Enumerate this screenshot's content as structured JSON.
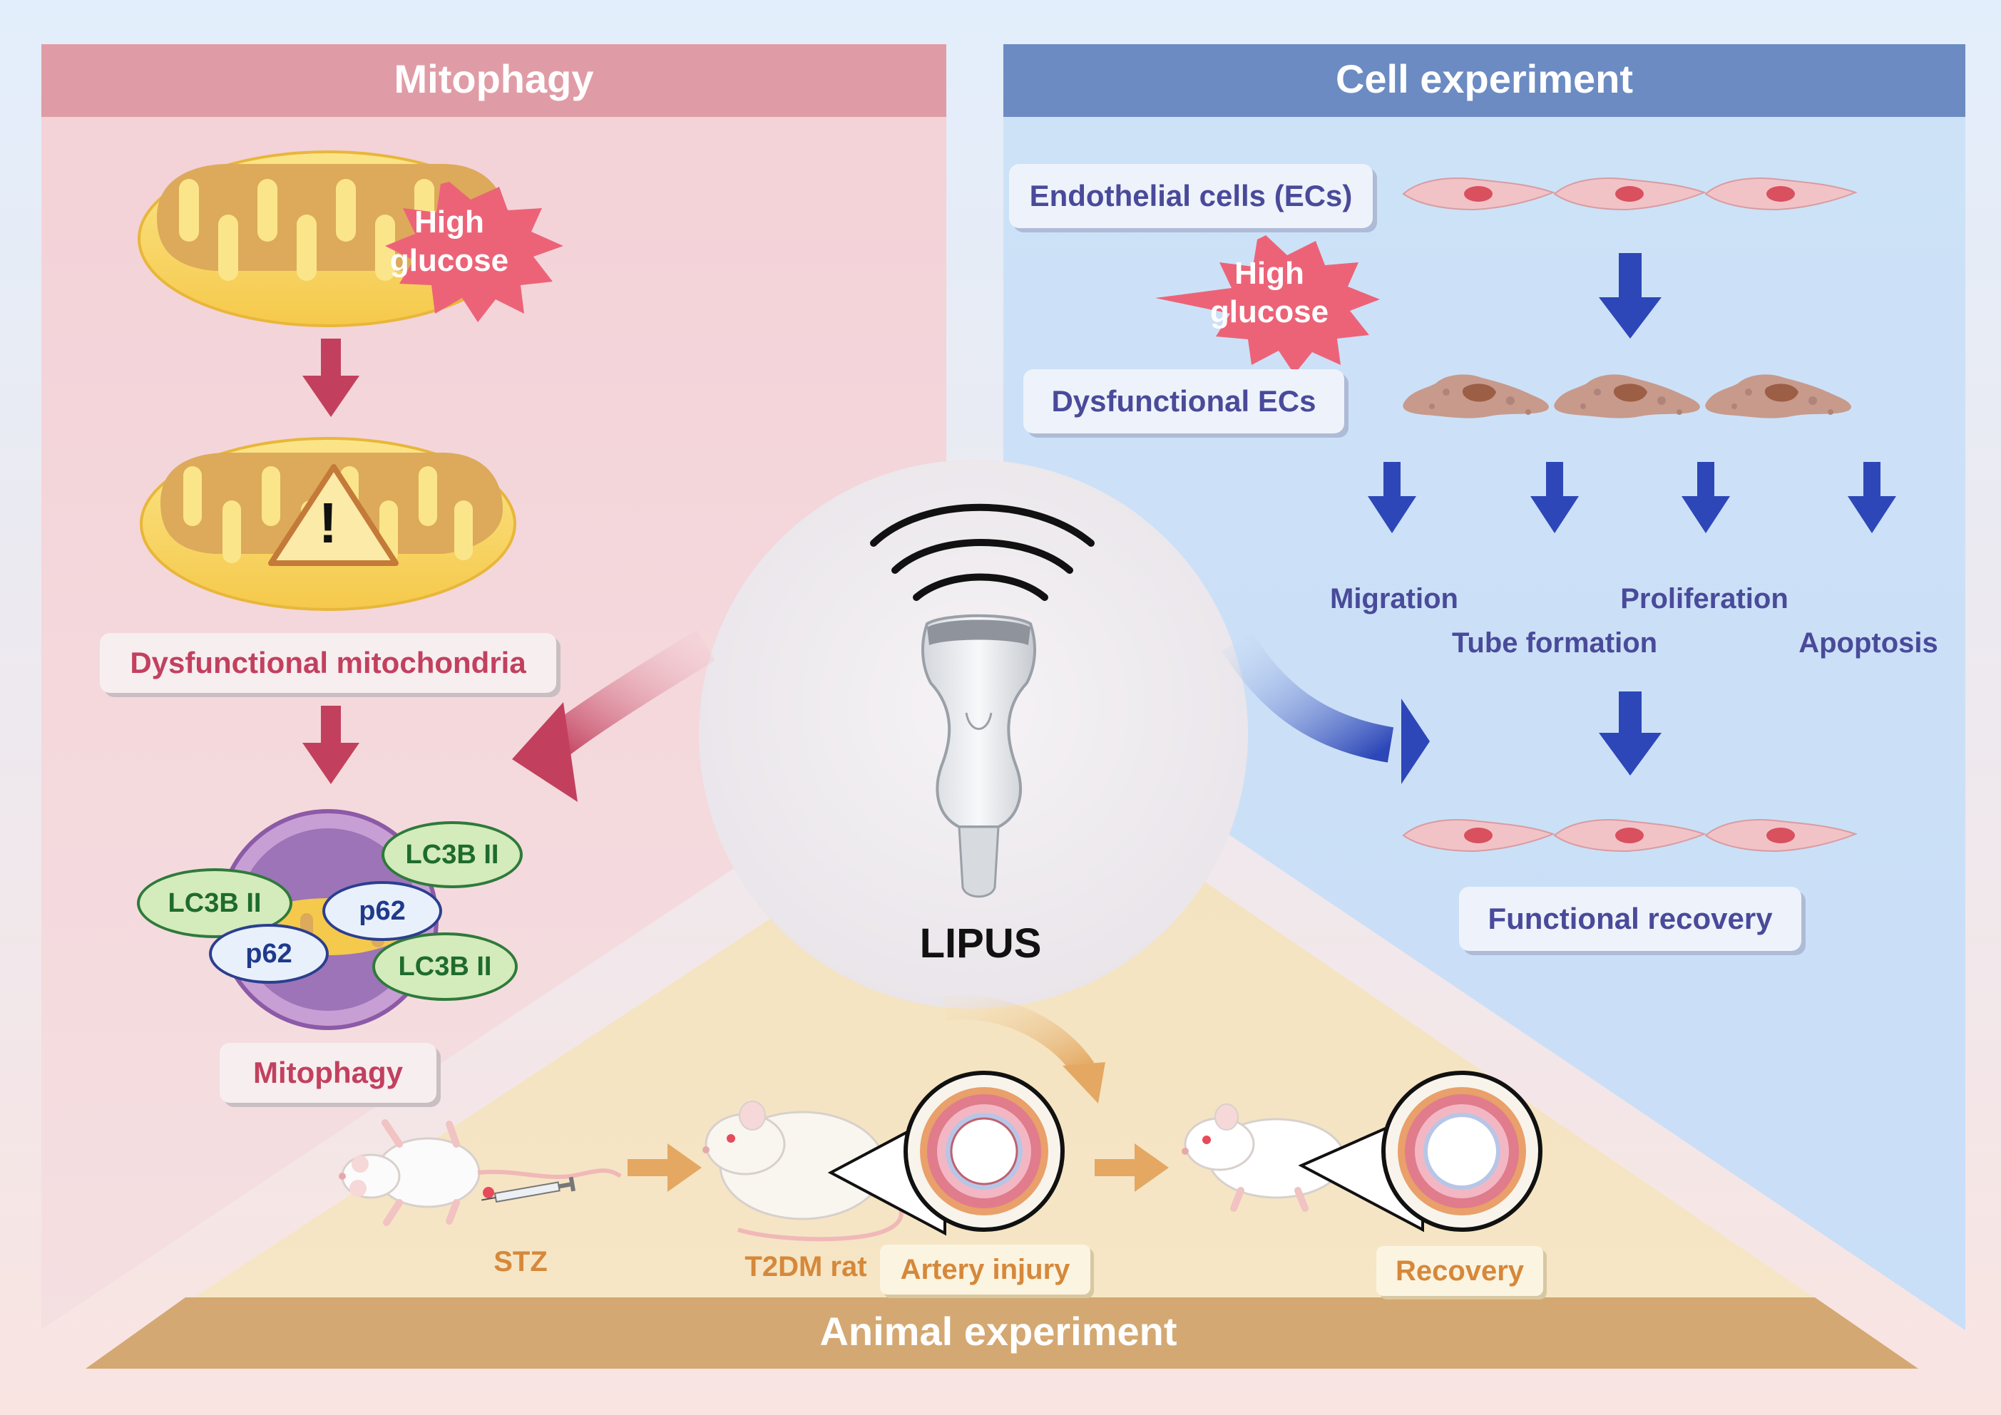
{
  "panels": {
    "mitophagy": {
      "title": "Mitophagy"
    },
    "cell": {
      "title": "Cell experiment"
    },
    "animal": {
      "title": "Animal experiment"
    }
  },
  "mitophagy_panel": {
    "stress_1": "High\nglucose",
    "dysfunctional_label": "Dysfunctional mitochondria",
    "warning_symbol": "!",
    "lc3b_label": "LC3B II",
    "p62_label": "p62",
    "result_label": "Mitophagy"
  },
  "cell_panel": {
    "ecs_label": "Endothelial cells (ECs)",
    "stress_2": "High\nglucose",
    "dysfunctional_ecs": "Dysfunctional ECs",
    "outcomes": [
      "Migration",
      "Tube formation",
      "Proliferation",
      "Apoptosis"
    ],
    "recovery_label": "Functional recovery"
  },
  "center": {
    "device_label": "LIPUS"
  },
  "animal_panel": {
    "stz_label": "STZ",
    "rat_label": "T2DM rat",
    "injury_label": "Artery injury",
    "recovery_label": "Recovery"
  },
  "colors": {
    "pink_bg": "#f3d4da",
    "pink_header": "#e09ca6",
    "blue_bg": "#cfe2f6",
    "blue_header": "#6b8bc2",
    "tan_bg": "#f3e5c6",
    "tan_header": "#d4a872",
    "arrow_red": "#c2405e",
    "arrow_blue": "#2d47b8",
    "arrow_tan": "#e4a862",
    "burst": "#ec6378"
  }
}
